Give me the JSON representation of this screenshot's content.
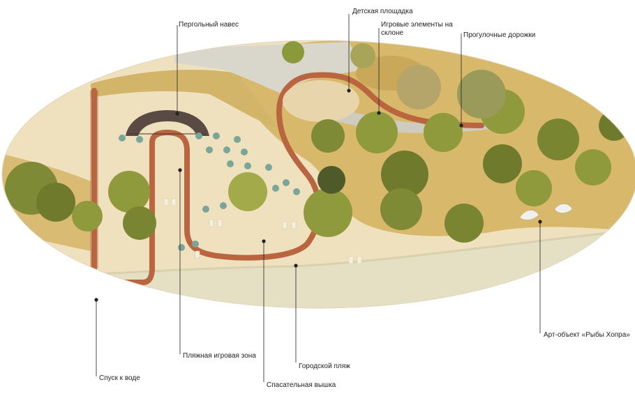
{
  "plan": {
    "colors": {
      "sand": "#efe0be",
      "grass": "#d8b86a",
      "water": "#e6e2c4",
      "path": "#b9653f",
      "paving": "#d9d6cc",
      "tree": "#8f9a3c",
      "tree_dark": "#6f7a2c",
      "leader": "#222222"
    },
    "callouts": [
      {
        "id": "pergola",
        "text": "Пергольный навес"
      },
      {
        "id": "playground",
        "text": "Детская площадка"
      },
      {
        "id": "slope-play",
        "text": "Игровые элементы на склоне"
      },
      {
        "id": "walkways",
        "text": "Прогулочные дорожки"
      },
      {
        "id": "art-object",
        "text": "Арт-объект «Рыбы Хопра»"
      },
      {
        "id": "beach-play",
        "text": "Пляжная игровая зона"
      },
      {
        "id": "city-beach",
        "text": "Городской пляж"
      },
      {
        "id": "water-descent",
        "text": "Спуск к воде"
      },
      {
        "id": "lifeguard",
        "text": "Спасательная вышка"
      }
    ]
  }
}
